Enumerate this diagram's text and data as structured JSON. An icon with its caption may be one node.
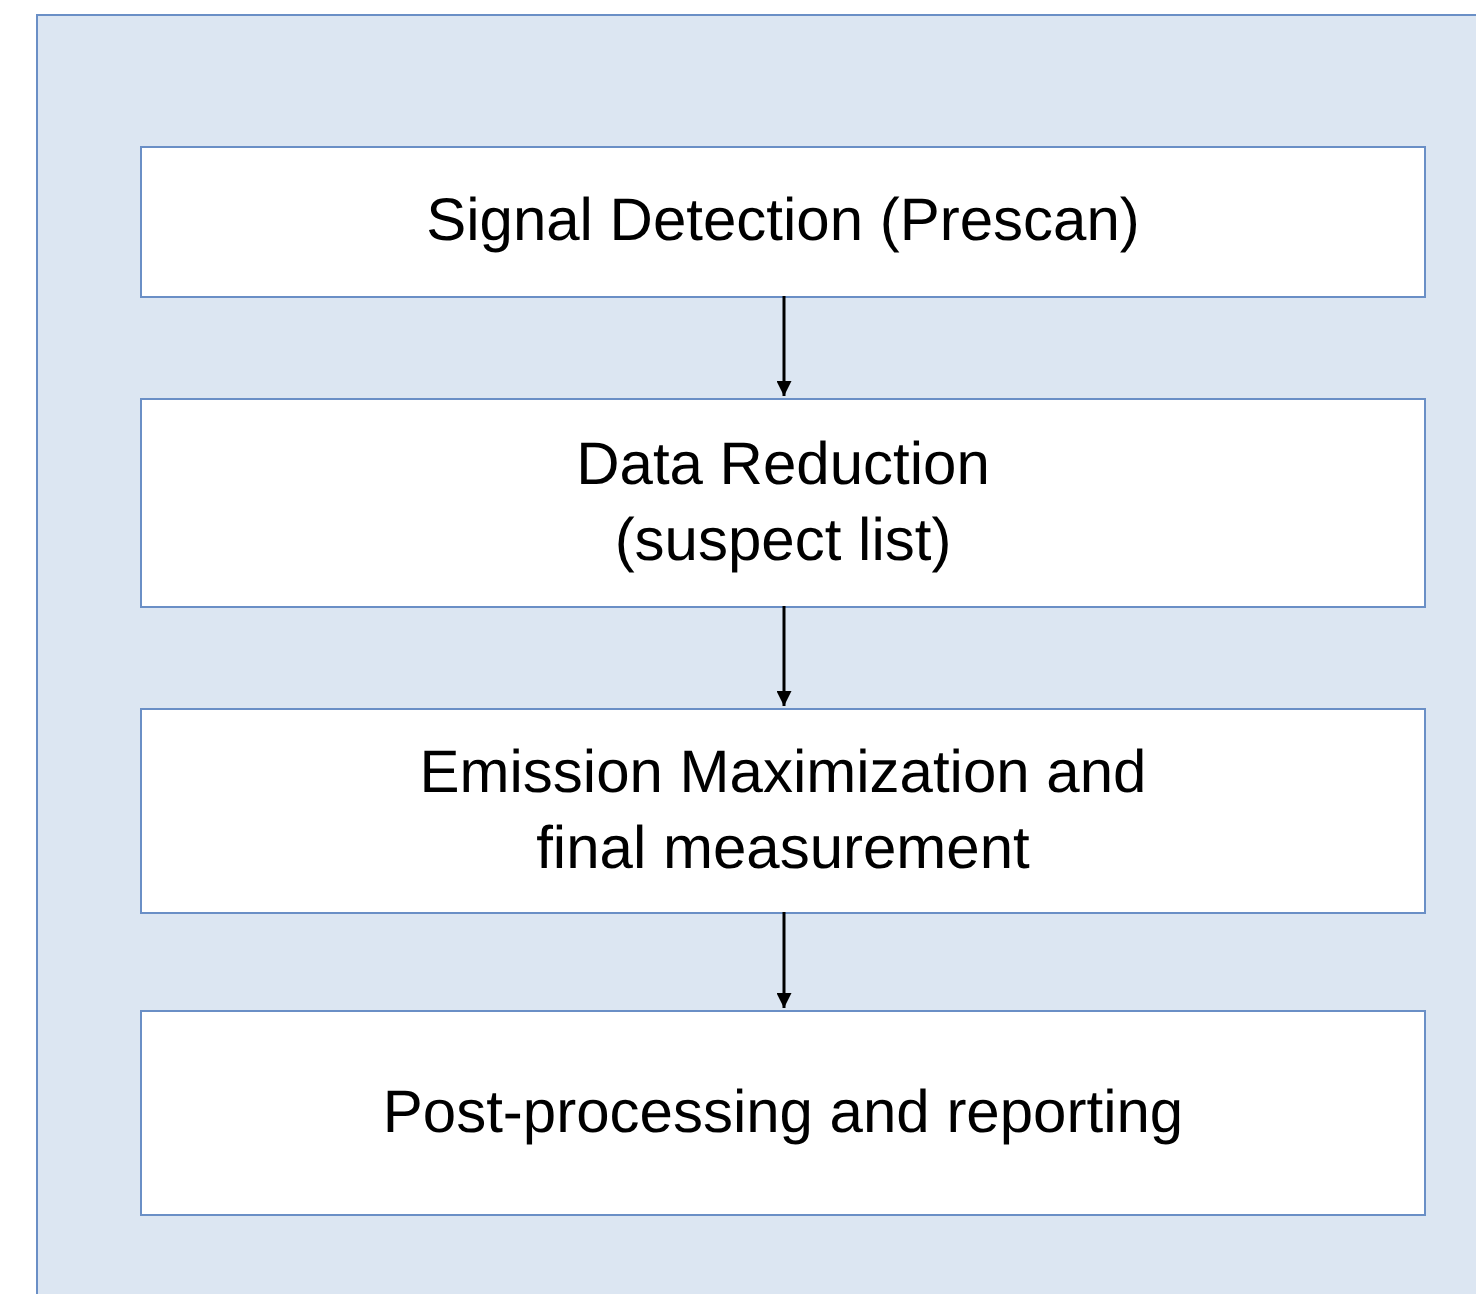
{
  "diagram": {
    "nodes": [
      {
        "text": [],
        "shape": "box"
      },
      {
        "text": [
          "Signal Detection (Prescan)"
        ],
        "in": 0
      },
      {
        "text": [
          "Data Reduction (suspect list)"
        ],
        "in": 0
      },
      {
        "text": [
          "Emission Maximization and final measurement"
        ],
        "in": 0
      },
      {
        "text": [
          "Post-processing and reporting"
        ],
        "in": 0
      }
    ],
    "edges": [
      {
        "from": 1,
        "to": 2,
        "arrow": "to"
      },
      {
        "from": 2,
        "to": 3,
        "arrow": "to"
      },
      {
        "from": 3,
        "to": 4,
        "arrow": "to"
      }
    ]
  }
}
